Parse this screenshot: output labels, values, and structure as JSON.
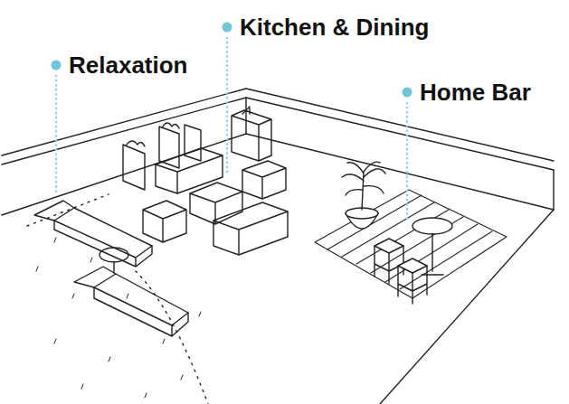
{
  "diagram": {
    "labels": [
      "Relaxation",
      "Kitchen & Dining",
      "Home Bar"
    ]
  }
}
